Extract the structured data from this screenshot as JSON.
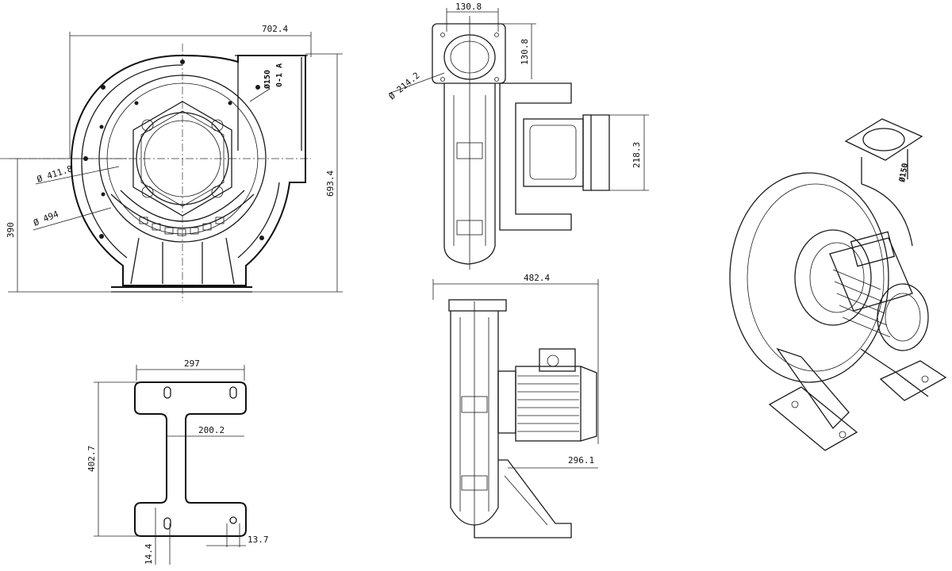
{
  "front_view": {
    "width_dim": "702.4",
    "height_dim": "693.4",
    "axis_height_dim": "390",
    "dia_inner": "Ø 411.8",
    "dia_outer": "Ø 494",
    "outlet_mark_1": "Ø150",
    "outlet_mark_2": "0-1 A"
  },
  "side_view_top": {
    "outlet_width": "130.8",
    "outlet_height": "130.8",
    "flange_dia": "Ø 214.2",
    "motor_height": "218.3"
  },
  "side_view_bottom": {
    "overall_length": "482.4",
    "motor_offset": "296.1"
  },
  "base_plate": {
    "width": "297",
    "inner_width": "200.2",
    "height": "402.7",
    "hole_spacing_1": "13.7",
    "hole_spacing_2": "14.4"
  },
  "iso_view": {
    "label": "Ø150"
  }
}
